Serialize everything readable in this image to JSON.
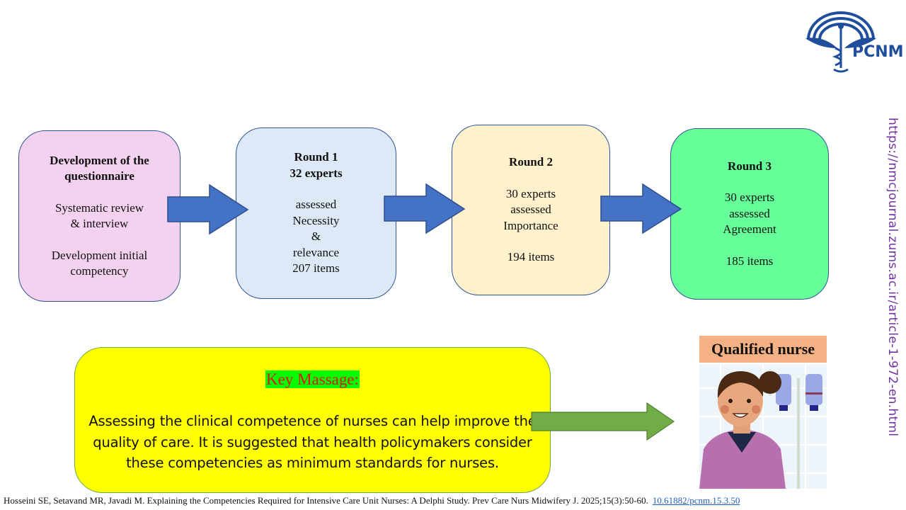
{
  "logo": {
    "text": "PCNM",
    "icon": "caduceus-icon",
    "color": "#1f4e9c"
  },
  "flow": {
    "development": {
      "title_lines": [
        "Development of the",
        "questionnaire"
      ],
      "lines_a": [
        "Systematic review",
        "& interview"
      ],
      "lines_b": [
        "Development initial",
        "competency"
      ]
    },
    "round1": {
      "title": "Round 1",
      "subtitle": "32 experts",
      "lines": [
        "assessed",
        "Necessity",
        "&",
        "relevance",
        "207 items"
      ]
    },
    "round2": {
      "title": "Round 2",
      "lines": [
        "30 experts",
        "assessed",
        "Importance"
      ],
      "items": "194 items"
    },
    "round3": {
      "title": "Round 3",
      "lines": [
        "30 experts",
        "assessed",
        "Agreement"
      ],
      "items": "185 items"
    },
    "colors": {
      "development": "#f4d1ee",
      "round1": "#dde9f6",
      "round2": "#fff1cc",
      "round3": "#66ff99",
      "arrow": "#4472c4"
    }
  },
  "key_message": {
    "title": "Key Massage:",
    "text": "Assessing the clinical competence of nurses can help improve the quality of care. It is suggested that health policymakers consider these competencies as minimum standards for nurses."
  },
  "outcome": {
    "label": "Qualified nurse",
    "image": "nurse-illustration"
  },
  "side_url": "https://nmcjournal.zums.ac.ir/article-1-972-en.html",
  "citation": {
    "text": "Hosseini SE, Setavand MR, Javadi M. Explaining the Competencies Required for Intensive Care Unit Nurses: A Delphi Study. Prev Care Nurs Midwifery J. 2025;15(3):50-60.",
    "doi": "10.61882/pcnm.15.3.50"
  }
}
